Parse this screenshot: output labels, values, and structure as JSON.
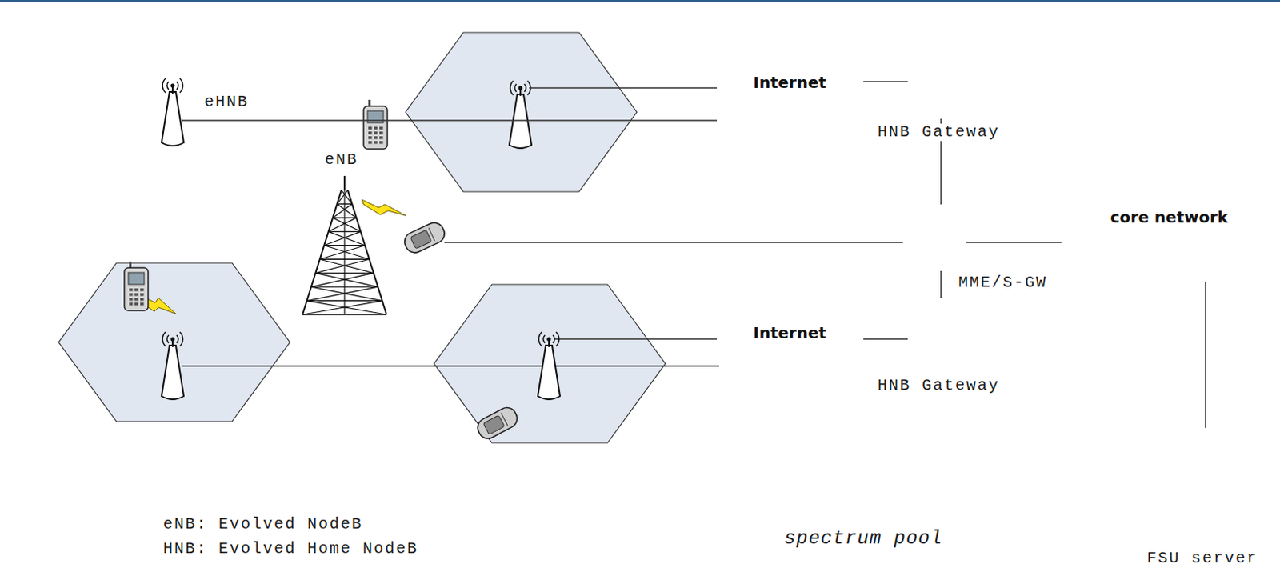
{
  "diagram": {
    "nodes": [
      {
        "text": [
          "eNB"
        ]
      },
      {
        "text": [
          "eHNB"
        ]
      },
      {
        "text": [
          "Internet"
        ]
      },
      {
        "text": [
          "HNB Gateway"
        ]
      },
      {
        "text": [
          "MME/S-GW"
        ]
      },
      {
        "text": [
          "core network"
        ]
      },
      {
        "text": [
          "Internet"
        ]
      },
      {
        "text": [
          "HNB Gateway"
        ]
      },
      {
        "text": [
          "spectrum pool"
        ]
      },
      {
        "text": [
          "FSU server"
        ]
      },
      {
        "text": [
          "eNB: Evolved NodeB",
          "HNB: Evolved Home NodeB"
        ]
      }
    ],
    "edges": [
      {
        "from": 1,
        "to": 2,
        "arrow": "none"
      },
      {
        "from": 2,
        "to": 3,
        "arrow": "none"
      },
      {
        "from": 3,
        "to": 4,
        "arrow": "none"
      },
      {
        "from": 4,
        "to": 7,
        "arrow": "none"
      },
      {
        "from": 6,
        "to": 7,
        "arrow": "none"
      },
      {
        "from": 0,
        "to": 4,
        "arrow": "none"
      },
      {
        "from": 4,
        "to": 5,
        "arrow": "none"
      },
      {
        "from": 5,
        "to": 9,
        "arrow": "none"
      }
    ]
  }
}
